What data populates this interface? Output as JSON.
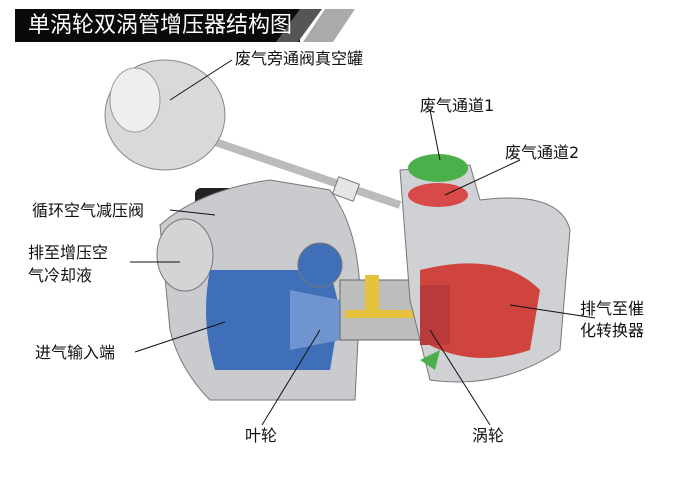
{
  "title": "单涡轮双涡管增压器结构图",
  "labels": {
    "wastegate": "废气旁通阀真空罐",
    "channel1": "废气通道1",
    "channel2": "废气通道2",
    "recirc": "循环空气减压阀",
    "cooler_line1": "排至增压空",
    "cooler_line2": "气冷却液",
    "intake": "进气输入端",
    "exhaust_line1": "排气至催",
    "exhaust_line2": "化转换器",
    "impeller": "叶轮",
    "turbine": "涡轮"
  },
  "colors": {
    "intake": "#3f6fb8",
    "exhaust": "#d0443e",
    "channel1": "#4cb04a",
    "channel2": "#d84a4a",
    "housing": "#c9cbce"
  }
}
